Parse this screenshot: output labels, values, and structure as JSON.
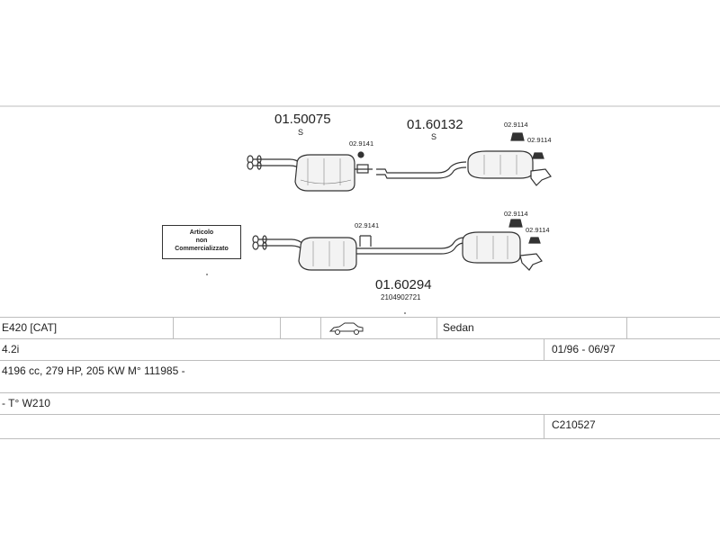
{
  "diagram": {
    "upper": {
      "front_part": {
        "number": "01.50075",
        "flag": "S"
      },
      "rear_part": {
        "number": "01.60132",
        "flag": "S"
      },
      "clamp_1": "02.9141",
      "clamp_2": "02.9114",
      "clamp_3": "02.9114"
    },
    "lower": {
      "clamp_1": "02.9141",
      "clamp_2": "02.9114",
      "clamp_3": "02.9114",
      "part_number": "01.60294",
      "oe_number": "2104902721"
    },
    "note": {
      "line1": "Articolo",
      "line2": "non",
      "line3": "Commercializzato"
    }
  },
  "table": {
    "model": "E420  [CAT]",
    "body_type": "Sedan",
    "engine": "4.2i",
    "years": "01/96 - 06/97",
    "specs": "4196 cc, 279 HP, 205 KW M° 111985 -",
    "type": "- T° W210",
    "code": "C210527"
  },
  "icons": {
    "vehicle": "sedan-car-icon"
  }
}
